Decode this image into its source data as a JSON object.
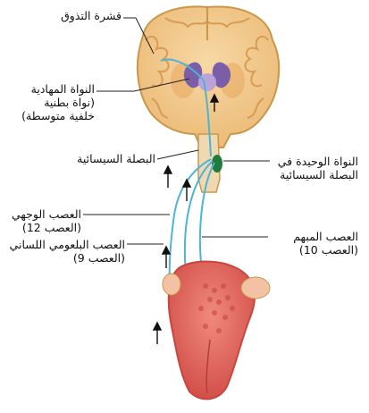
{
  "labels": {
    "cortex": "قشرة التذوق",
    "thalamus": [
      "النواة المهادية",
      "(نواة بطنية",
      "خلفية متوسطة)"
    ],
    "medulla": "البصلة السيسائية",
    "solitary_nucleus": [
      "النواة الوحيدة في",
      "البصلة السيسائية"
    ],
    "facial_nerve": [
      "العصب الوجهي",
      "(العصب 12)"
    ],
    "glossopharyngeal_nerve": [
      "العصب البلعومي اللساني",
      "(العصب 9)"
    ],
    "vagus_nerve": [
      "العصب المبهم",
      "(العصب 10)"
    ]
  },
  "colors": {
    "brain": "#f2c98c",
    "brain_outline": "#c9974a",
    "gray_matter": "#e8a75f",
    "ventricle": "#7a5fa8",
    "nerve": "#4fb4d4",
    "solitary_nucleus": "#1f7a3c",
    "tongue": "#e86a5e",
    "tongue_dark": "#c9463e",
    "leader_line": "#222222"
  }
}
